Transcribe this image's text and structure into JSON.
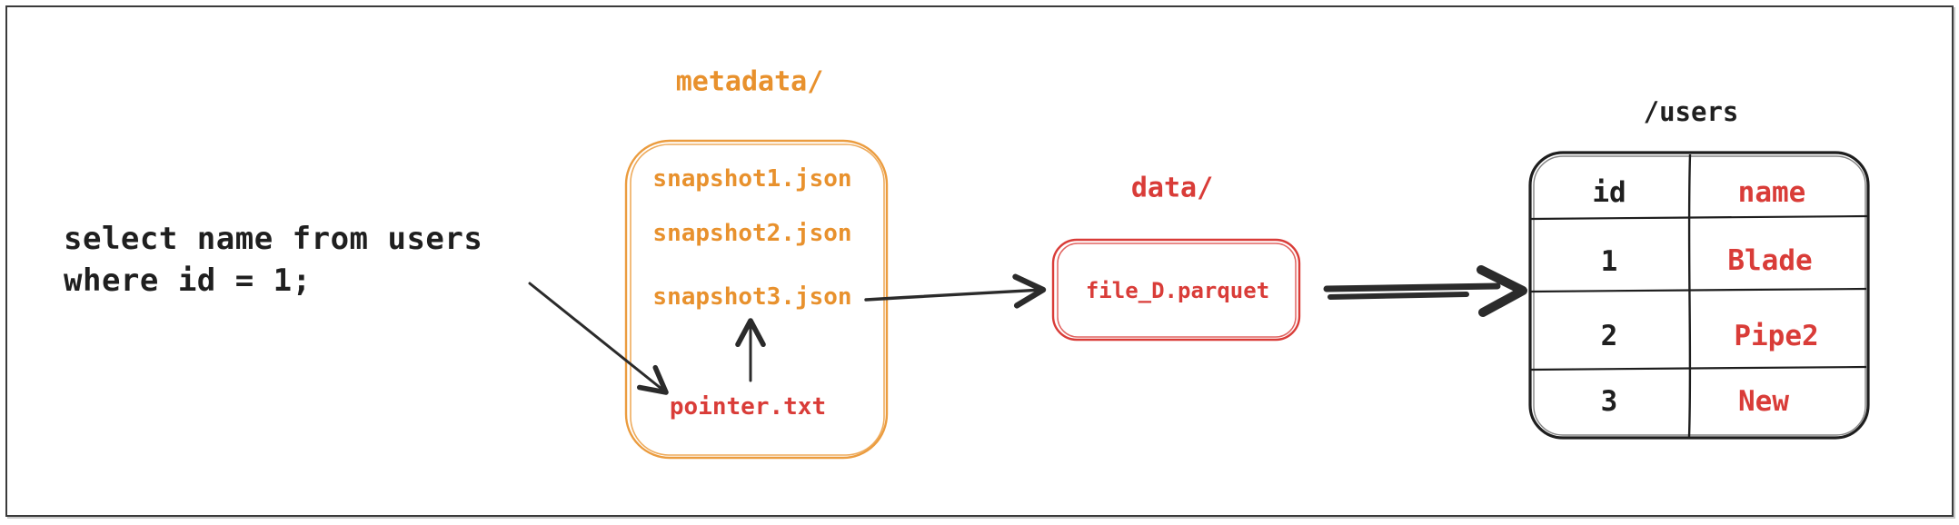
{
  "query": {
    "line1": "select name from users",
    "line2": "where id = 1;"
  },
  "metadata_folder": {
    "label": "metadata/",
    "files": [
      "snapshot1.json",
      "snapshot2.json",
      "snapshot3.json",
      "pointer.txt"
    ]
  },
  "data_folder": {
    "label": "data/",
    "file": "file_D.parquet"
  },
  "users_table": {
    "title": "/users",
    "columns": [
      "id",
      "name"
    ],
    "rows": [
      [
        "1",
        "Blade"
      ],
      [
        "2",
        "Pipe2"
      ],
      [
        "3",
        "New"
      ]
    ]
  },
  "connections": [
    {
      "from": "sql-query",
      "to": "pointer.txt"
    },
    {
      "from": "pointer.txt",
      "to": "snapshot3.json"
    },
    {
      "from": "snapshot3.json",
      "to": "file_D.parquet"
    },
    {
      "from": "file_D.parquet",
      "to": "/users table"
    }
  ],
  "colors": {
    "orange": "#e8912d",
    "red": "#d93c38",
    "ink": "#1f1f1f",
    "arrow": "#2b2b2b",
    "frame": "#3b3b3b"
  }
}
